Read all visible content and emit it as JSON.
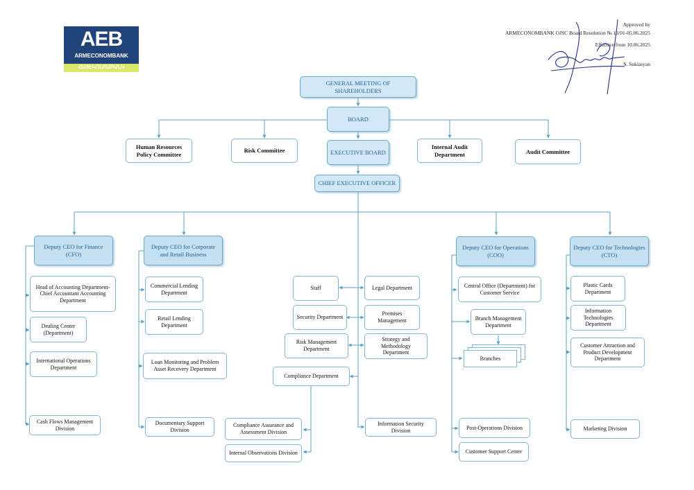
{
  "logo": {
    "mark": "AEB",
    "name": "ARMECONOMBANK",
    "name_armenian": "ՀԱՅԷԿՈՆՈՄԲԱՆԿ"
  },
  "approval": {
    "line1": "Approved by",
    "line2": "ARMECONOMBANK OJSC Board Resolution № 13/01-05.06.2025",
    "line3": "Effective from 10.06.2025",
    "signer": "S. Sukiasyan"
  },
  "top": {
    "gms": "GENERAL MEETING OF SHAREHOLDERS",
    "board": "BOARD",
    "hr_committee": "Human Resources Policy Committee",
    "risk_committee": "Risk Committee",
    "executive_board": "EXECUTIVE BOARD",
    "internal_audit": "Internal Audit Department",
    "audit_committee": "Audit Committee",
    "ceo": "CHIEF EXECUTIVE OFFICER"
  },
  "cfo": {
    "title": "Deputy CEO for Finance (CFO)",
    "units": [
      "Head of Accounting Department-Chief Accountant Accounting Department",
      "Dealing Center (Department)",
      "International Operations Department",
      "Cash Flows Management Division"
    ]
  },
  "retail": {
    "title": "Deputy CEO for Corporate and Retail Business",
    "units": [
      "Commercial Lending Department",
      "Retail Lending Department",
      "Loan Monitoring and Problem Asset Recovery Department",
      "Documentary Support Division"
    ]
  },
  "center": {
    "staff": "Staff",
    "security": "Security Department",
    "risk_management": "Risk Management Department",
    "compliance": "Compliance Department",
    "compliance_assurance": "Compliance Assurance and Assessment Division",
    "internal_observations": "Internal Observations Division",
    "legal": "Legal Department",
    "premises": "Premises Management",
    "strategy": "Strategy and Methodology Department",
    "infosec": "Information Security Division"
  },
  "coo": {
    "title": "Deputy CEO for Operations (COO)",
    "units": [
      "Central Office (Department) for Customer Service",
      "Branch Management Department",
      "Branches",
      "Post-Operations Division",
      "Customer Support Center"
    ]
  },
  "cto": {
    "title": "Deputy CEO for Technologies (CTO)",
    "units": [
      "Plastic Cards Department",
      "Information Technologies Department",
      "Customer Attraction and Product Development Department",
      "Marketing Division"
    ]
  },
  "colors": {
    "line": "#5b9fc6",
    "box_border": "#7fb6d3",
    "header_fill": "#c5e0f1",
    "header_text": "#1c5f92",
    "logo_blue": "#20447a",
    "logo_yellow": "#d9e76a"
  }
}
